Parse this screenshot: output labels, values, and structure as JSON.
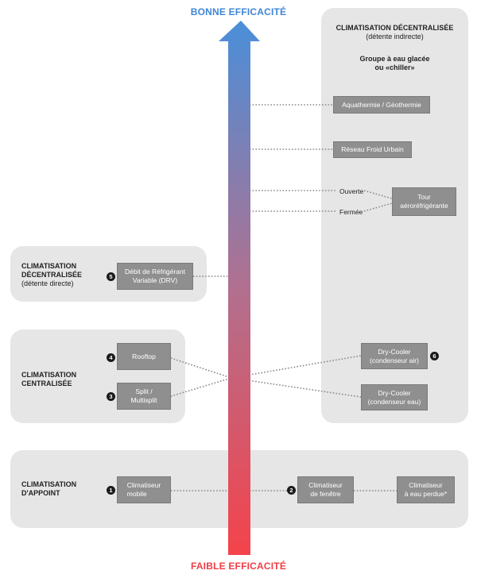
{
  "efficiency": {
    "top": "BONNE EFFICACITÉ",
    "bottom": "FAIBLE EFFICACITÉ",
    "top_color": "#3f86d6",
    "bottom_color": "#f03d45"
  },
  "panels": {
    "decentralisee_indirecte": {
      "title": "CLIMATISATION DÉCENTRALISÉE",
      "subtitle": "(détente indirecte)",
      "group_line1": "Groupe à eau glacée",
      "group_line2": "ou «chiller»"
    },
    "decentralisee_directe": {
      "title_line1": "CLIMATISATION",
      "title_line2": "DÉCENTRALISÉE",
      "subtitle": "(détente directe)"
    },
    "centralisee": {
      "title_line1": "CLIMATISATION",
      "title_line2": "CENTRALISÉE"
    },
    "appoint": {
      "title_line1": "CLIMATISATION",
      "title_line2": "D'APPOINT"
    }
  },
  "boxes": {
    "aquathermie": "Aquathermie / Géothermie",
    "reseau": "Réseau Froid Urbain",
    "tour_line1": "Tour",
    "tour_line2": "aéroréfrigérante",
    "drv_line1": "Débit de Réfrigérant",
    "drv_line2": "Variable (DRV)",
    "rooftop": "Rooftop",
    "split_line1": "Split /",
    "split_line2": "Multisplit",
    "drycooler_air_line1": "Dry-Cooler",
    "drycooler_air_line2": "(condenseur air)",
    "drycooler_eau_line1": "Dry-Cooler",
    "drycooler_eau_line2": "(condenseur eau)",
    "mobile_line1": "Climatiseur",
    "mobile_line2": "mobile",
    "fenetre_line1": "Climatiseur",
    "fenetre_line2": "de fenêtre",
    "eau_perdue_line1": "Climatiseur",
    "eau_perdue_line2": "à eau perdue*"
  },
  "labels": {
    "ouverte": "Ouverte",
    "fermee": "Fermée"
  },
  "badges": {
    "b1": "1",
    "b2": "2",
    "b3": "3",
    "b4": "4",
    "b5": "5",
    "b6": "6"
  }
}
